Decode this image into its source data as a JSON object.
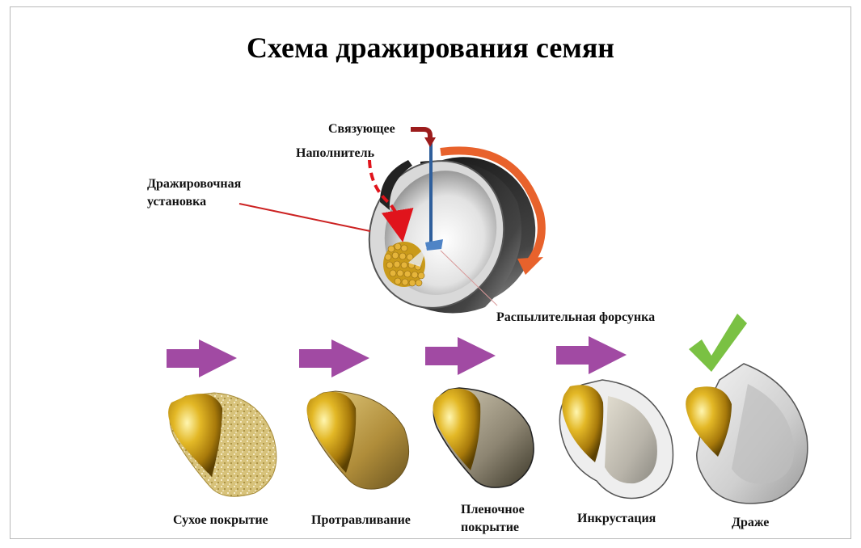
{
  "title": "Схема дражирования семян",
  "labels": {
    "binder": "Связующее",
    "filler": "Наполнитель",
    "coater_line1": "Дражировочная",
    "coater_line2": "установка",
    "nozzle": "Распылительная форсунка"
  },
  "stages": [
    {
      "label": "Сухое покрытие"
    },
    {
      "label": "Протравливание"
    },
    {
      "label_line1": "Пленочное",
      "label_line2": "покрытие"
    },
    {
      "label": "Инкрустация"
    },
    {
      "label": "Драже"
    }
  ],
  "colors": {
    "arrow": "#a14aa3",
    "check": "#7ac143",
    "rotation_arrow": "#e8622c",
    "pointer_line": "#cc2222",
    "binder_arrow": "#9c1c1c",
    "seed_gold": "#c99a1a"
  }
}
